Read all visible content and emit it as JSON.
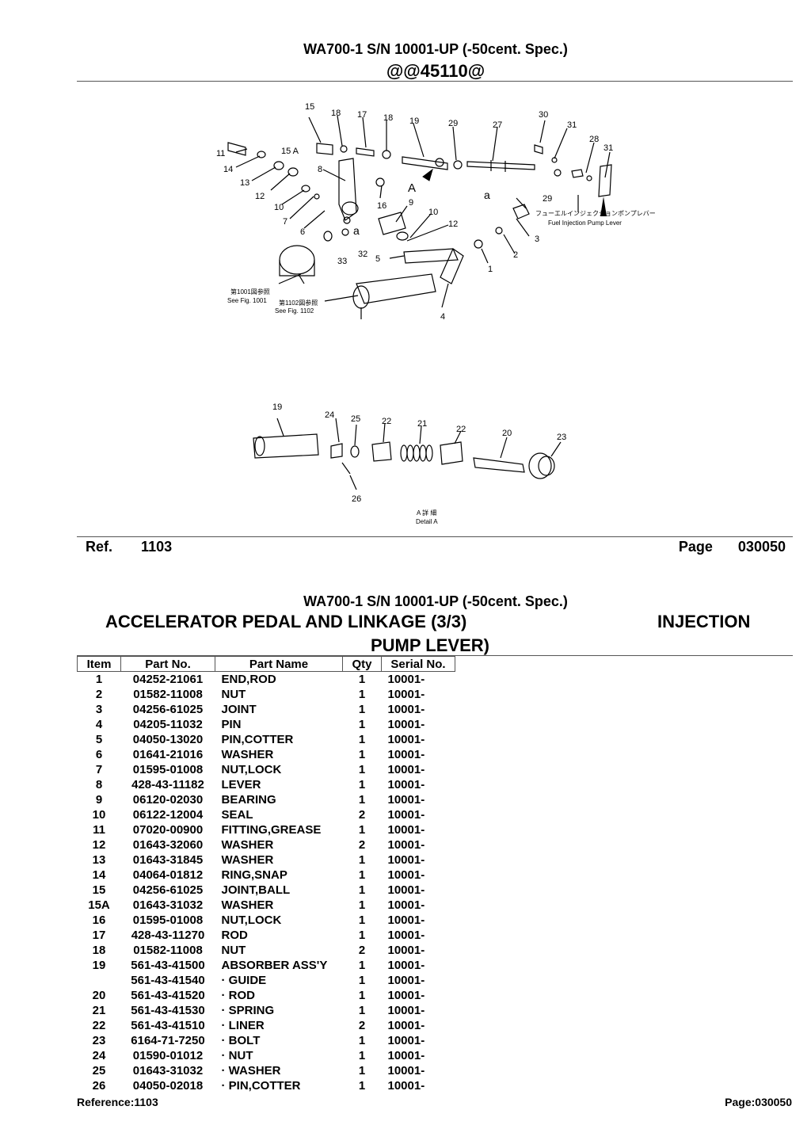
{
  "header": {
    "model_line": "WA700-1 S/N 10001-UP (-50cent. Spec.)",
    "code": "@@45110@"
  },
  "diagram": {
    "callouts": [
      "15",
      "18",
      "17",
      "18",
      "19",
      "29",
      "27",
      "30",
      "31",
      "28",
      "31",
      "11",
      "15 A",
      "14",
      "8",
      "13",
      "12",
      "A",
      "16",
      "a",
      "29",
      "10",
      "9",
      "10",
      "7",
      "12",
      "3",
      "6",
      "a",
      "32",
      "33",
      "5",
      "2",
      "1",
      "4",
      "19",
      "24",
      "25",
      "22",
      "21",
      "22",
      "20",
      "23",
      "26"
    ],
    "jp_label": "フューエルインジェクションポンプレバー",
    "fuel_lever_label": "Fuel Injection Pump Lever",
    "see_fig_1001_jp": "第1001図参照",
    "see_fig_1001": "See Fig. 1001",
    "see_fig_1102_jp": "第1102図参照",
    "see_fig_1102": "See Fig. 1102",
    "detail_jp": "A 詳 細",
    "detail": "Detail A"
  },
  "ref_bar": {
    "ref_label": "Ref.",
    "ref_value": "1103",
    "page_label": "Page",
    "page_value": "030050"
  },
  "section": {
    "model_line": "WA700-1 S/N 10001-UP (-50cent. Spec.)",
    "title_part1": "ACCELERATOR PEDAL AND LINKAGE (3/3)",
    "title_part2": "INJECTION",
    "title_part3": "PUMP LEVER)"
  },
  "table": {
    "headers": [
      "Item",
      "Part No.",
      "Part Name",
      "Qty",
      "Serial No."
    ],
    "rows": [
      [
        "1",
        "04252-21061",
        "END,ROD",
        "1",
        "10001-"
      ],
      [
        "2",
        "01582-11008",
        "NUT",
        "1",
        "10001-"
      ],
      [
        "3",
        "04256-61025",
        "JOINT",
        "1",
        "10001-"
      ],
      [
        "4",
        "04205-11032",
        "PIN",
        "1",
        "10001-"
      ],
      [
        "5",
        "04050-13020",
        "PIN,COTTER",
        "1",
        "10001-"
      ],
      [
        "6",
        "01641-21016",
        "WASHER",
        "1",
        "10001-"
      ],
      [
        "7",
        "01595-01008",
        "NUT,LOCK",
        "1",
        "10001-"
      ],
      [
        "8",
        "428-43-11182",
        "LEVER",
        "1",
        "10001-"
      ],
      [
        "9",
        "06120-02030",
        "BEARING",
        "1",
        "10001-"
      ],
      [
        "10",
        "06122-12004",
        "SEAL",
        "2",
        "10001-"
      ],
      [
        "11",
        "07020-00900",
        "FITTING,GREASE",
        "1",
        "10001-"
      ],
      [
        "12",
        "01643-32060",
        "WASHER",
        "2",
        "10001-"
      ],
      [
        "13",
        "01643-31845",
        "WASHER",
        "1",
        "10001-"
      ],
      [
        "14",
        "04064-01812",
        "RING,SNAP",
        "1",
        "10001-"
      ],
      [
        "15",
        "04256-61025",
        "JOINT,BALL",
        "1",
        "10001-"
      ],
      [
        "15A",
        "01643-31032",
        "WASHER",
        "1",
        "10001-"
      ],
      [
        "16",
        "01595-01008",
        "NUT,LOCK",
        "1",
        "10001-"
      ],
      [
        "17",
        "428-43-11270",
        "ROD",
        "1",
        "10001-"
      ],
      [
        "18",
        "01582-11008",
        "NUT",
        "2",
        "10001-"
      ],
      [
        "19",
        "561-43-41500",
        "ABSORBER ASS'Y",
        "1",
        "10001-"
      ],
      [
        "",
        "561-43-41540",
        "· GUIDE",
        "1",
        "10001-"
      ],
      [
        "20",
        "561-43-41520",
        "· ROD",
        "1",
        "10001-"
      ],
      [
        "21",
        "561-43-41530",
        "· SPRING",
        "1",
        "10001-"
      ],
      [
        "22",
        "561-43-41510",
        "· LINER",
        "2",
        "10001-"
      ],
      [
        "23",
        "6164-71-7250",
        "· BOLT",
        "1",
        "10001-"
      ],
      [
        "24",
        "01590-01012",
        "· NUT",
        "1",
        "10001-"
      ],
      [
        "25",
        "01643-31032",
        "· WASHER",
        "1",
        "10001-"
      ],
      [
        "26",
        "04050-02018",
        "· PIN,COTTER",
        "1",
        "10001-"
      ]
    ]
  },
  "footer": {
    "reference": "Reference:1103",
    "page": "Page:030050"
  }
}
